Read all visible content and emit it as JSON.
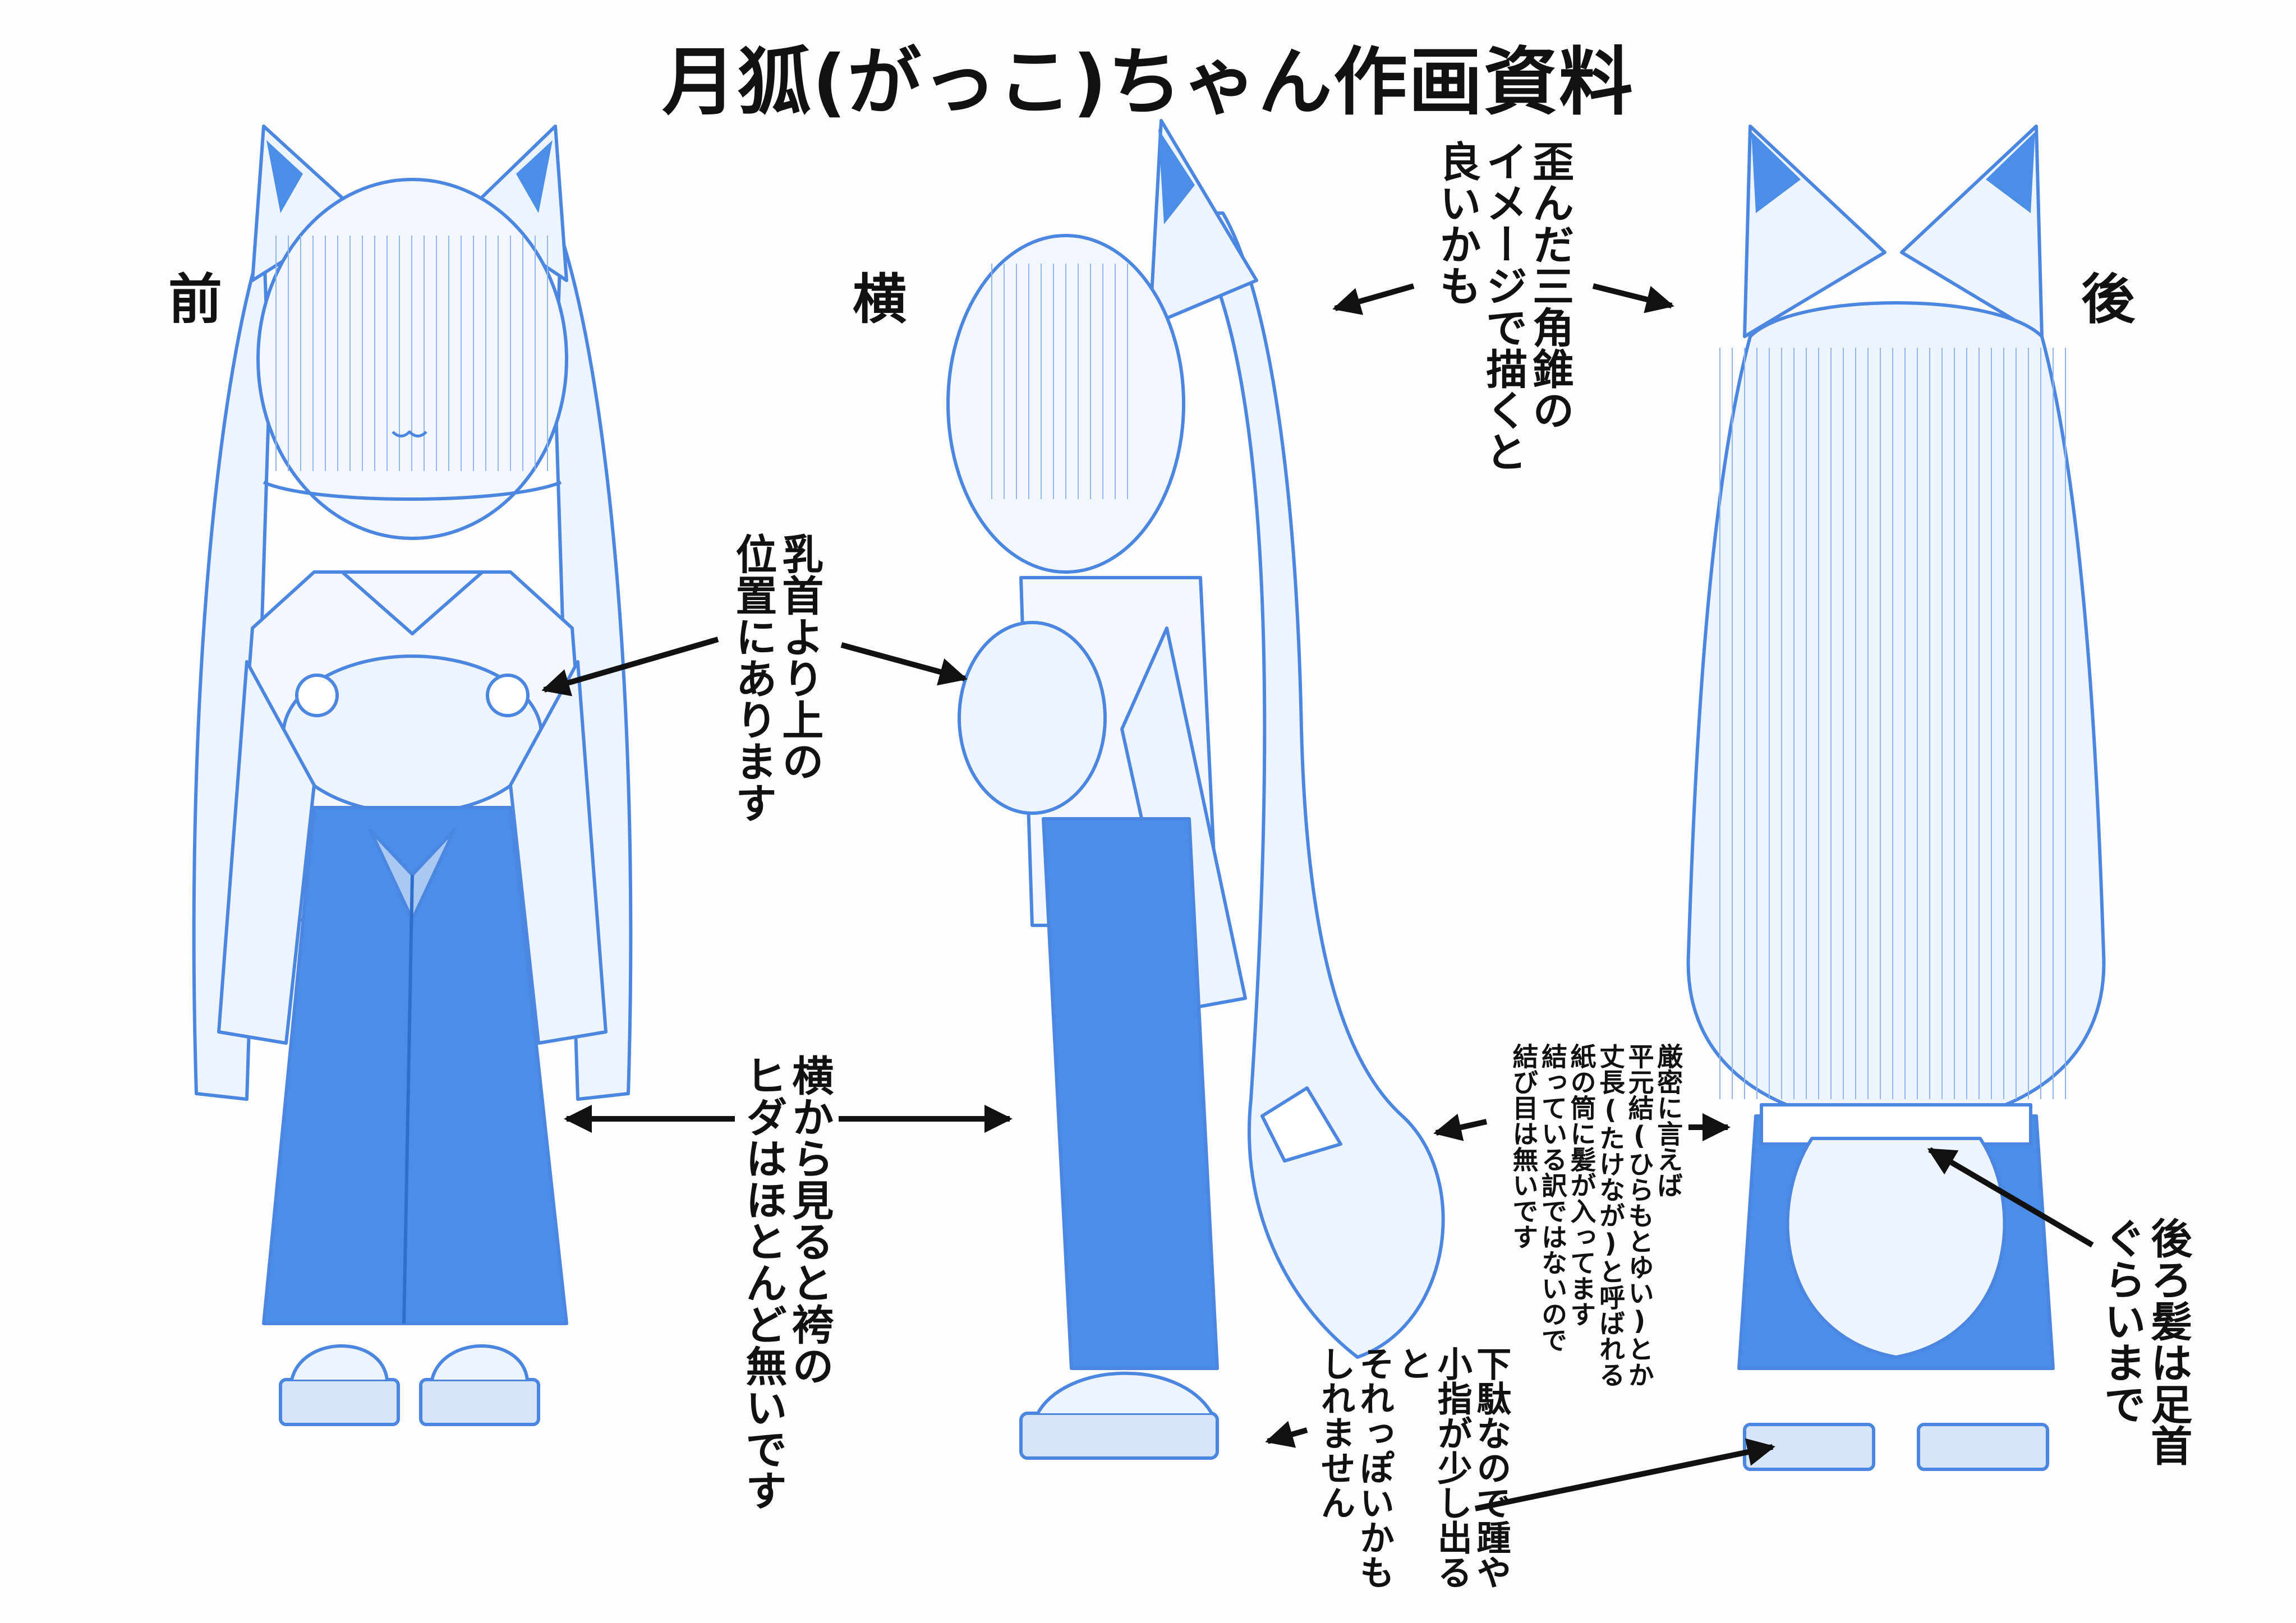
{
  "title": "月狐(がっこ)ちゃん作画資料",
  "views": {
    "front": "前",
    "side": "横",
    "back": "後"
  },
  "notes": {
    "ears": [
      "歪んだ三角錐の",
      "イメージで描くと",
      "良いかも"
    ],
    "chest": [
      "乳首より上の",
      "位置にあります"
    ],
    "hakama": [
      "横から見ると袴の",
      "ヒダはほとんど無いです"
    ],
    "hair_knot": [
      "厳密に言えば",
      "平元結(ひらもとゆい)とか",
      "丈長(たけなが)と呼ばれる",
      "紙の筒に髪が入ってます",
      "結っている訳ではないので",
      "結び目は無いです"
    ],
    "hair_length": [
      "後ろ髪は足首",
      "ぐらいまで"
    ],
    "geta": [
      "下駄なので踵や",
      "小指が少し出ると",
      "それっぽいかも",
      "しれません"
    ]
  },
  "colors": {
    "line": "#4b86e0",
    "fill_light": "#e9f1fc",
    "fill_mid": "#a9c8f2",
    "fill_dark": "#4a8ee8",
    "ink": "#111111"
  }
}
